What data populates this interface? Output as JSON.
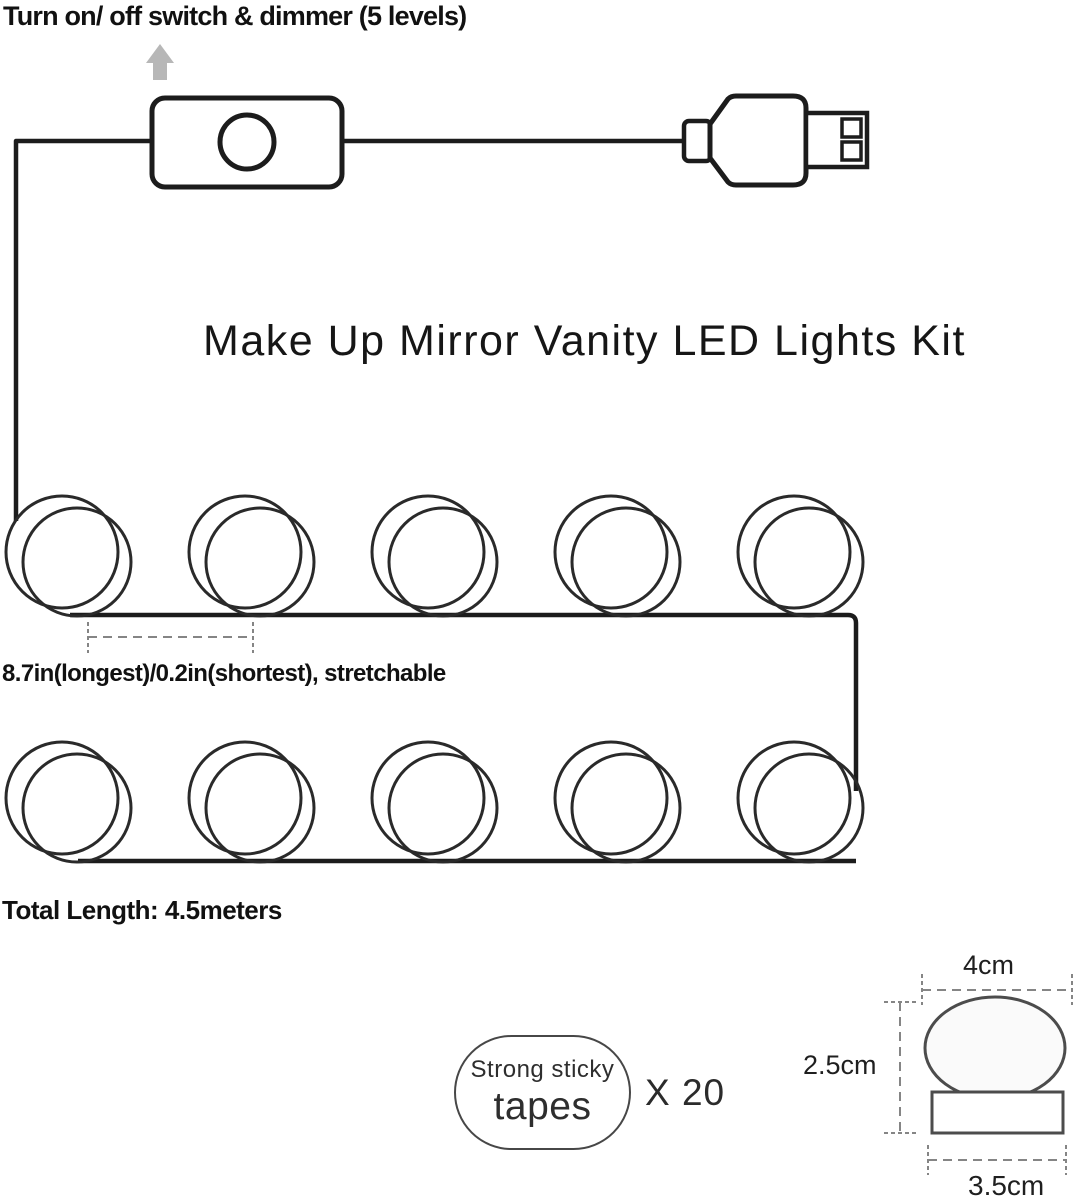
{
  "page": {
    "annotation_top": "Turn on/ off switch & dimmer (5 levels)",
    "title": "Make Up Mirror Vanity LED Lights Kit",
    "spacing_note": "8.7in(longest)/0.2in(shortest), stretchable",
    "total_length_note": "Total Length: 4.5meters",
    "tapes_badge": {
      "line1": "Strong sticky",
      "line2": "tapes"
    },
    "tapes_count": "X 20",
    "bulb_dimensions": {
      "top_width": "4cm",
      "height": "2.5cm",
      "base_width": "3.5cm"
    },
    "bulb_strip": {
      "rows": 2,
      "bulbs_per_row": 5,
      "total_bulbs": 10
    },
    "colors": {
      "line": "#1c1c1c",
      "bulb_outline": "#2a2a2a",
      "gray_outline": "#4c4c4c",
      "dashed": "#858585",
      "arrow": "#b7b7b7",
      "text": "#111111",
      "background": "#ffffff"
    }
  }
}
